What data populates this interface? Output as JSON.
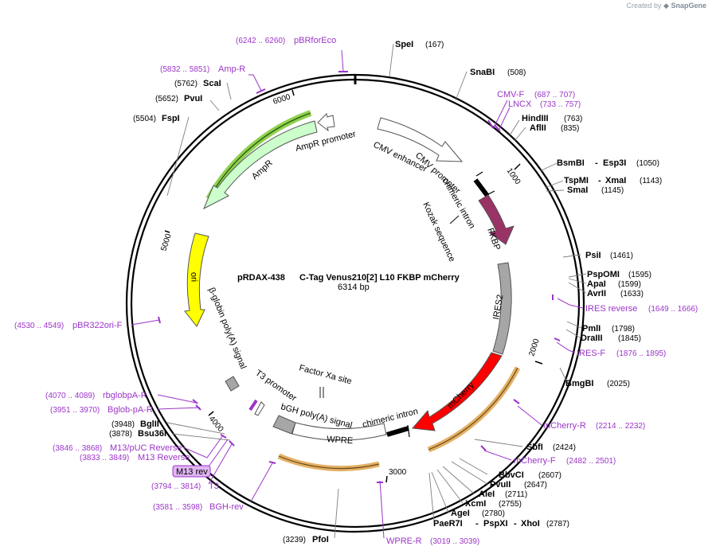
{
  "watermark": {
    "prefix": "Created by",
    "brand": "SnapGene"
  },
  "plasmid": {
    "name": "pRDAX-438",
    "description": "C-Tag Venus210[2] L10 FKBP mCherry",
    "size": "6314 bp"
  },
  "ticks": [
    "1000",
    "2000",
    "3000",
    "4000",
    "5000",
    "6000"
  ],
  "enzymes": [
    {
      "name": "SpeI",
      "pos": "(167)"
    },
    {
      "name": "SnaBI",
      "pos": "(508)"
    },
    {
      "name": "HindIII",
      "pos": "(763)"
    },
    {
      "name": "AflII",
      "pos": "(835)"
    },
    {
      "name": "BsmBI",
      "sep": "-",
      "name2": "Esp3I",
      "pos": "(1050)"
    },
    {
      "name": "TspMI",
      "sep": "-",
      "name2": "XmaI",
      "pos": "(1143)"
    },
    {
      "name": "SmaI",
      "pos": "(1145)"
    },
    {
      "name": "PsiI",
      "pos": "(1461)"
    },
    {
      "name": "PspOMI",
      "pos": "(1595)"
    },
    {
      "name": "ApaI",
      "pos": "(1599)"
    },
    {
      "name": "AvrII",
      "pos": "(1633)"
    },
    {
      "name": "PmlI",
      "pos": "(1798)"
    },
    {
      "name": "DraIII",
      "pos": "(1845)"
    },
    {
      "name": "BmgBI",
      "pos": "(2025)"
    },
    {
      "name": "SbfI",
      "pos": "(2424)"
    },
    {
      "name": "BbvCI",
      "pos": "(2607)"
    },
    {
      "name": "PvuII",
      "pos": "(2647)"
    },
    {
      "name": "AleI",
      "pos": "(2711)"
    },
    {
      "name": "XcmI",
      "pos": "(2755)"
    },
    {
      "name": "AgeI",
      "pos": "(2780)"
    },
    {
      "name": "PaeR7I",
      "sep": "-",
      "name2": "PspXI",
      "sep2": "-",
      "name3": "XhoI",
      "pos": "(2787)"
    },
    {
      "name": "PfoI",
      "pos": "(3239)"
    },
    {
      "name": "Bsu36I",
      "pos": "(3878)"
    },
    {
      "name": "BglII",
      "pos": "(3948)"
    },
    {
      "name": "FspI",
      "pos": "(5504)"
    },
    {
      "name": "PvuI",
      "pos": "(5652)"
    },
    {
      "name": "ScaI",
      "pos": "(5762)"
    }
  ],
  "primers": [
    {
      "name": "pBRforEco",
      "pos": "(6242 .. 6260)"
    },
    {
      "name": "Amp-R",
      "pos": "(5832 .. 5851)"
    },
    {
      "name": "CMV-F",
      "pos": "(687 .. 707)"
    },
    {
      "name": "LNCX",
      "pos": "(733 .. 757)"
    },
    {
      "name": "IRES reverse",
      "pos": "(1649 .. 1666)"
    },
    {
      "name": "IRES-F",
      "pos": "(1876 .. 1895)"
    },
    {
      "name": "mCherry-R",
      "pos": "(2214 .. 2232)"
    },
    {
      "name": "mCherry-F",
      "pos": "(2482 .. 2501)"
    },
    {
      "name": "WPRE-R",
      "pos": "(3019 .. 3039)"
    },
    {
      "name": "BGH-rev",
      "pos": "(3581 .. 3598)"
    },
    {
      "name": "T3",
      "pos": "(3794 .. 3814)"
    },
    {
      "name": "M13 Reverse",
      "pos": "(3833 .. 3849)"
    },
    {
      "name": "M13/pUC Reverse",
      "pos": "(3846 .. 3868)"
    },
    {
      "name": "Bglob-pA-R",
      "pos": "(3951 .. 3970)"
    },
    {
      "name": "rbglobpA-R",
      "pos": "(4070 .. 4089)"
    },
    {
      "name": "pBR322ori-F",
      "pos": "(4530 .. 4549)"
    }
  ],
  "selected_primer": "M13 rev",
  "features": [
    {
      "name": "CMV enhancer",
      "color": "#ffffff"
    },
    {
      "name": "CMV promoter",
      "color": "#ffffff"
    },
    {
      "name": "chimeric intron",
      "color": "#000000"
    },
    {
      "name": "Kozak sequence",
      "color": "#ffffff"
    },
    {
      "name": "FKBP",
      "color": "#993366"
    },
    {
      "name": "IRES2",
      "color": "#a6a6a6"
    },
    {
      "name": "mCherry",
      "color": "#ff0000"
    },
    {
      "name": "chimeric intron",
      "color": "#000000"
    },
    {
      "name": "WPRE",
      "color": "#ffffff"
    },
    {
      "name": "bGH poly(A) signal",
      "color": "#a6a6a6"
    },
    {
      "name": "T3 promoter",
      "color": "#ffffff"
    },
    {
      "name": "Factor Xa site",
      "color": "#ffffff"
    },
    {
      "name": "β-globin poly(A) signal",
      "color": "#a6a6a6"
    },
    {
      "name": "ori",
      "color": "#ffff00"
    },
    {
      "name": "AmpR",
      "color": "#ccffcc"
    },
    {
      "name": "AmpR promoter",
      "color": "#ffffff"
    }
  ],
  "colors": {
    "primer": "#9b35c8",
    "orf_highlight": "#e3b064",
    "ampr_highlight": "#8fd14f"
  }
}
